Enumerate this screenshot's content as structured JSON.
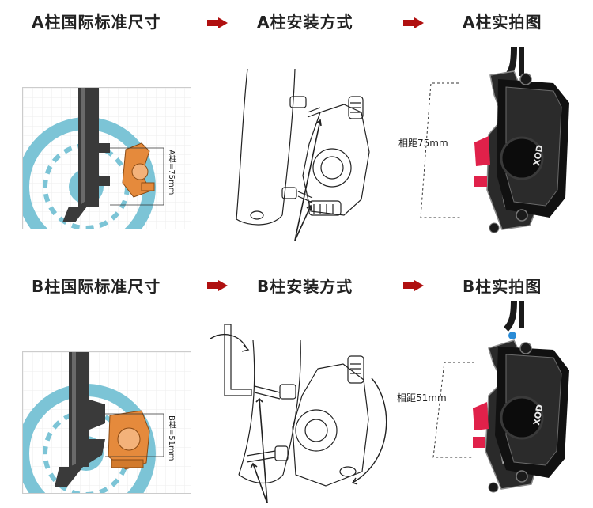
{
  "row_a": {
    "standard_title": "A柱国际标准尺寸",
    "install_title": "A柱安装方式",
    "photo_title": "A柱实拍图",
    "dim_label": "A柱=75mm",
    "distance_label": "相距75mm"
  },
  "row_b": {
    "standard_title": "B柱国际标准尺寸",
    "install_title": "B柱安装方式",
    "photo_title": "B柱实拍图",
    "dim_label": "B柱=51mm",
    "distance_label": "相距51mm"
  },
  "caliper_brand": "XOD",
  "colors": {
    "arrow_red": "#b01010",
    "rotor_blue": "#7cc4d6",
    "adapter_orange": "#e58a3c"
  }
}
